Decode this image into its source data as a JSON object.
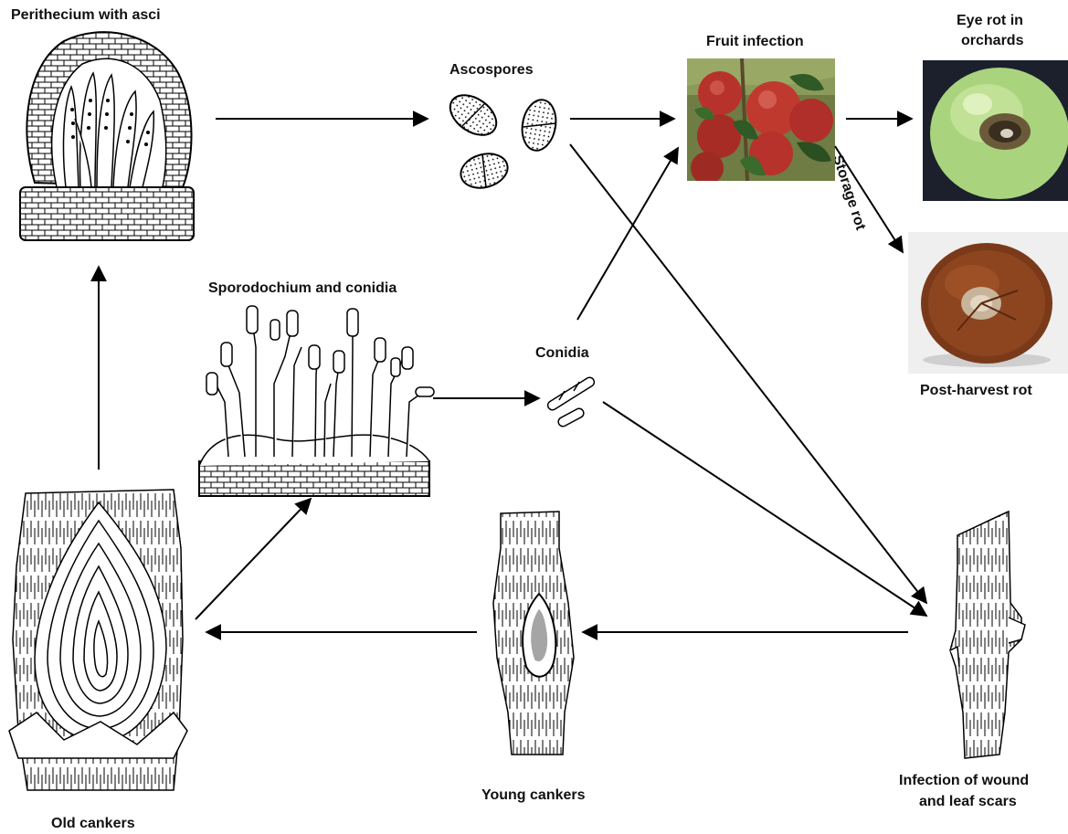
{
  "labels": {
    "perithecium": "Perithecium with asci",
    "ascospores": "Ascospores",
    "fruit_infection": "Fruit infection",
    "eye_rot_line1": "Eye rot in",
    "eye_rot_line2": "orchards",
    "storage_rot": "Storage rot",
    "post_harvest": "Post-harvest rot",
    "sporodochium": "Sporodochium and conidia",
    "conidia": "Conidia",
    "infection_line1": "Infection of wound",
    "infection_line2": "and leaf scars",
    "young_cankers": "Young cankers",
    "old_cankers": "Old cankers"
  },
  "colors": {
    "arrow": "#000000",
    "apple_red": "#b8322c",
    "apple_green": "#a9d37c",
    "rot_brown": "#7a3a1a",
    "leaf_green": "#2f5a25"
  }
}
